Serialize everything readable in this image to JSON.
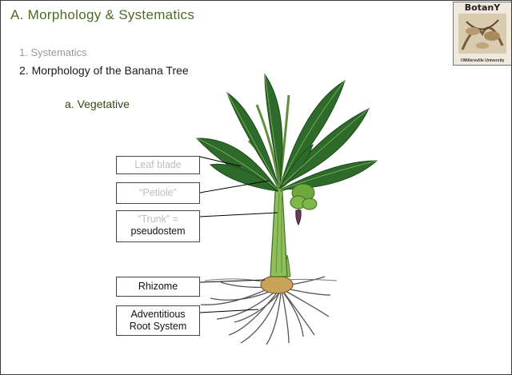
{
  "slide": {
    "title": "A.  Morphology & Systematics",
    "items": [
      {
        "text": "1. Systematics"
      },
      {
        "text": "2. Morphology of the Banana Tree"
      },
      {
        "text": "a. Vegetative"
      }
    ]
  },
  "logo": {
    "title": "BotanY",
    "footer": "©Millersville University"
  },
  "labels": {
    "leaf_blade": "Leaf blade",
    "petiole": "“Petiole”",
    "trunk_line1": "“Trunk” =",
    "trunk_line2": "pseudostem",
    "rhizome": "Rhizome",
    "roots_line1": "Adventitious",
    "roots_line2": "Root System"
  },
  "colors": {
    "title": "#4b6b2a",
    "leaf": "#2e6b2a",
    "stem": "#8fbf5a",
    "rhizome": "#c9a35a"
  }
}
